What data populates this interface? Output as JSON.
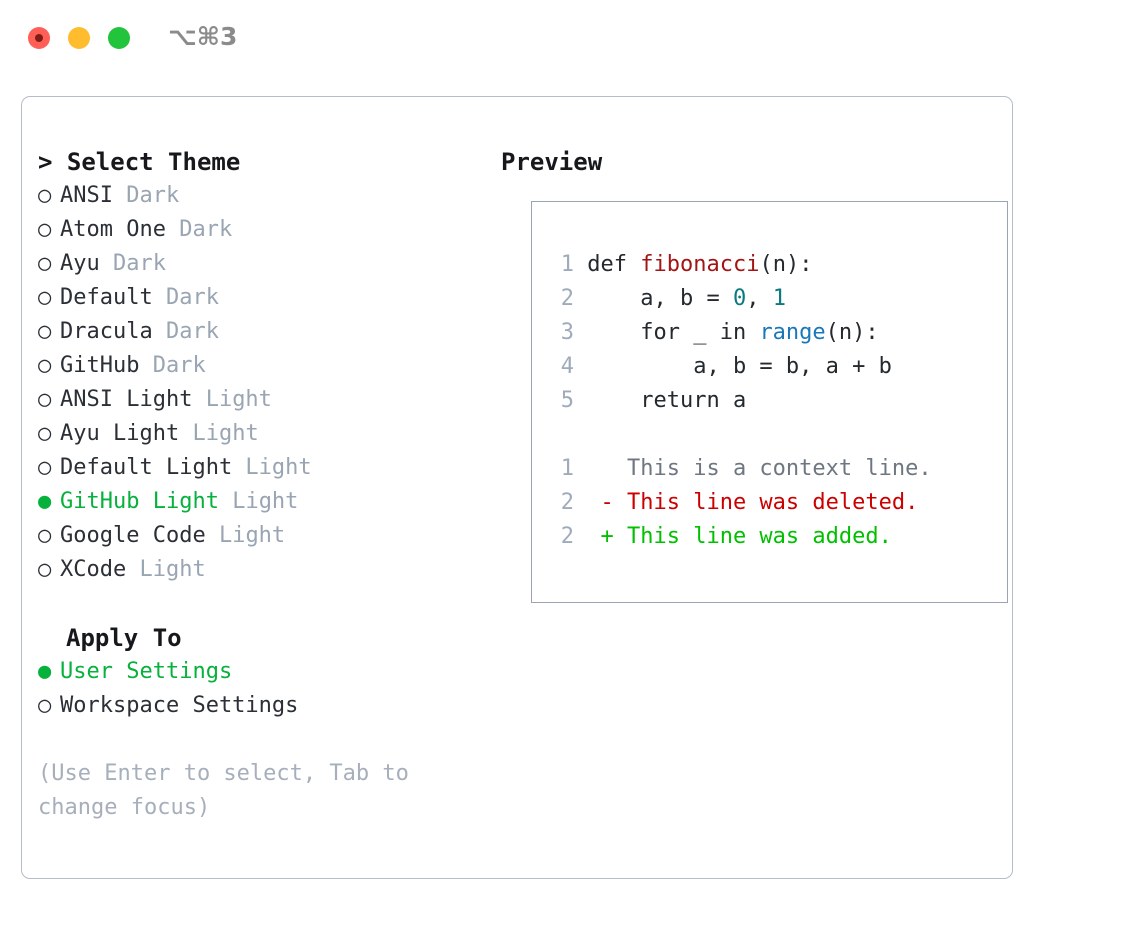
{
  "window": {
    "shortcut": "⌥⌘3",
    "traffic_lights": [
      {
        "name": "close",
        "color": "#ff5f57"
      },
      {
        "name": "minimize",
        "color": "#ffbd2e"
      },
      {
        "name": "maximize",
        "color": "#22c43b"
      }
    ]
  },
  "theme_panel": {
    "header": "> Select Theme",
    "selected_color": "#06b13c",
    "muted_color": "#9aa5b3",
    "items": [
      {
        "bullet": "○",
        "label": "ANSI",
        "tag": "Dark",
        "selected": false
      },
      {
        "bullet": "○",
        "label": "Atom One",
        "tag": "Dark",
        "selected": false
      },
      {
        "bullet": "○",
        "label": "Ayu",
        "tag": "Dark",
        "selected": false
      },
      {
        "bullet": "○",
        "label": "Default",
        "tag": "Dark",
        "selected": false
      },
      {
        "bullet": "○",
        "label": "Dracula",
        "tag": "Dark",
        "selected": false
      },
      {
        "bullet": "○",
        "label": "GitHub",
        "tag": "Dark",
        "selected": false
      },
      {
        "bullet": "○",
        "label": "ANSI Light",
        "tag": "Light",
        "selected": false
      },
      {
        "bullet": "○",
        "label": "Ayu Light",
        "tag": "Light",
        "selected": false
      },
      {
        "bullet": "○",
        "label": "Default Light",
        "tag": "Light",
        "selected": false
      },
      {
        "bullet": "●",
        "label": "GitHub Light",
        "tag": "Light",
        "selected": true
      },
      {
        "bullet": "○",
        "label": "Google Code",
        "tag": "Light",
        "selected": false
      },
      {
        "bullet": "○",
        "label": "XCode",
        "tag": "Light",
        "selected": false
      }
    ]
  },
  "apply_to": {
    "header": "Apply To",
    "items": [
      {
        "bullet": "●",
        "label": "User Settings",
        "selected": true
      },
      {
        "bullet": "○",
        "label": "Workspace Settings",
        "selected": false
      }
    ]
  },
  "hint": "(Use Enter to select, Tab to change focus)",
  "preview": {
    "header": "Preview",
    "code_lines": [
      {
        "num": "1",
        "segments": [
          {
            "text": "def ",
            "style": "plain"
          },
          {
            "text": "fibonacci",
            "style": "fn"
          },
          {
            "text": "(n):",
            "style": "plain"
          }
        ]
      },
      {
        "num": "2",
        "segments": [
          {
            "text": "    a, b = ",
            "style": "plain"
          },
          {
            "text": "0",
            "style": "num"
          },
          {
            "text": ", ",
            "style": "plain"
          },
          {
            "text": "1",
            "style": "num"
          }
        ]
      },
      {
        "num": "3",
        "segments": [
          {
            "text": "    for _ in ",
            "style": "plain"
          },
          {
            "text": "range",
            "style": "kw"
          },
          {
            "text": "(n):",
            "style": "plain"
          }
        ]
      },
      {
        "num": "4",
        "segments": [
          {
            "text": "        a, b = b, a + b",
            "style": "plain"
          }
        ]
      },
      {
        "num": "5",
        "segments": [
          {
            "text": "    return a",
            "style": "plain"
          }
        ]
      }
    ],
    "diff_lines": [
      {
        "num": "1",
        "marker": " ",
        "text": "This is a context line.",
        "kind": "ctx"
      },
      {
        "num": "2",
        "marker": "-",
        "text": "This line was deleted.",
        "kind": "del"
      },
      {
        "num": "2",
        "marker": "+",
        "text": "This line was added.",
        "kind": "add"
      }
    ]
  }
}
